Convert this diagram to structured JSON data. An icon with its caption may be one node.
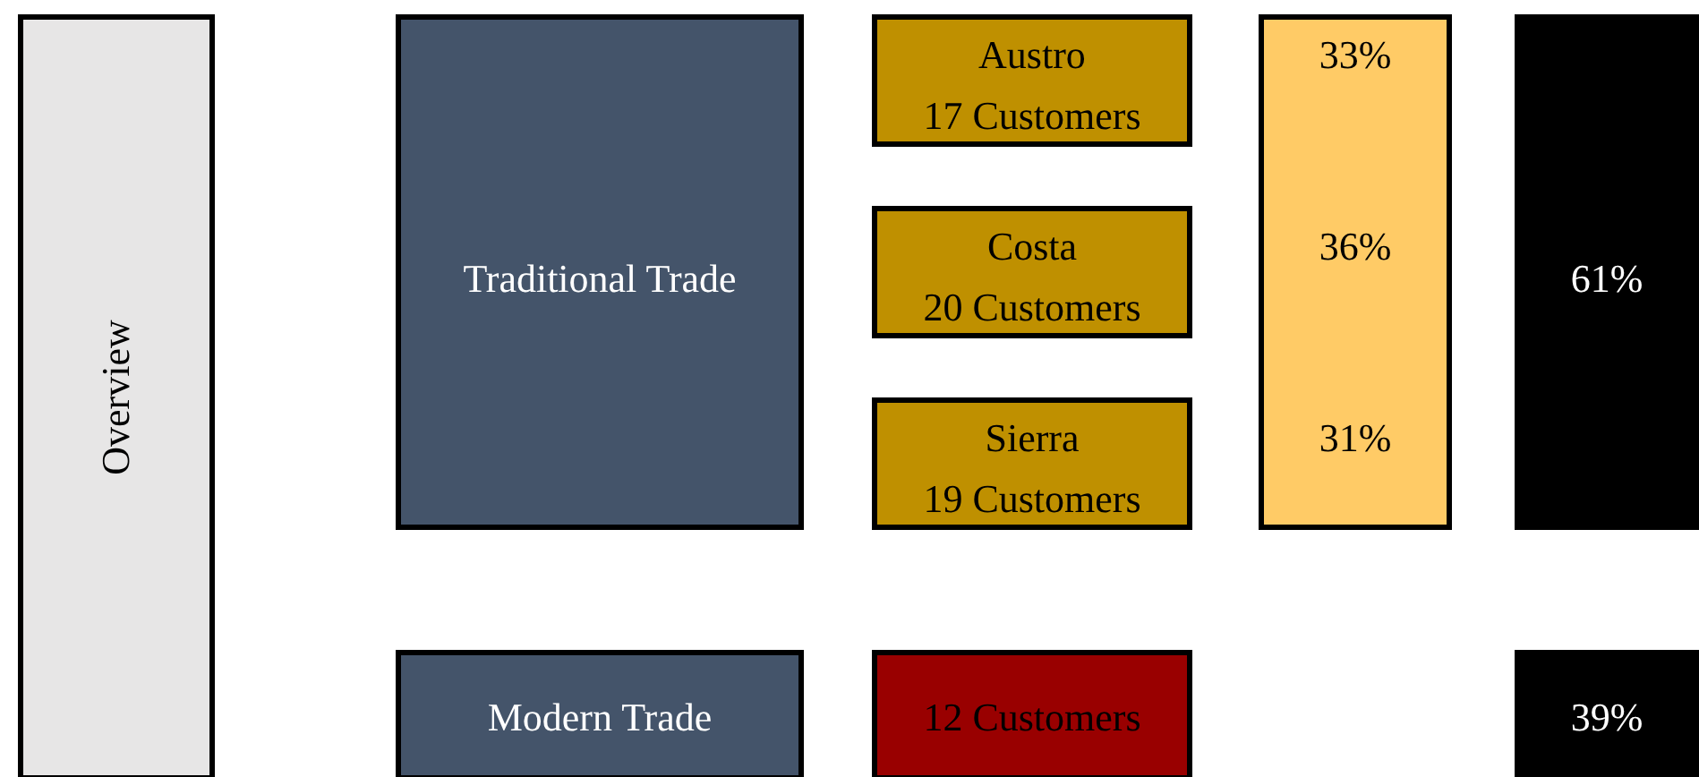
{
  "diagram": {
    "nodes": [
      {
        "text": [
          "Overview"
        ]
      },
      {
        "text": [
          "Traditional Trade"
        ]
      },
      {
        "text": [
          "Austro",
          "17 Customers"
        ]
      },
      {
        "text": [
          "Costa",
          "20 Customers"
        ]
      },
      {
        "text": [
          "Sierra",
          "19 Customers"
        ]
      },
      {
        "text": [
          "33%",
          "36%",
          "31%"
        ]
      },
      {
        "text": [
          "61%"
        ]
      },
      {
        "text": [
          "Modern Trade"
        ]
      },
      {
        "text": [
          "12 Customers"
        ]
      },
      {
        "text": [
          "39%"
        ]
      }
    ]
  }
}
